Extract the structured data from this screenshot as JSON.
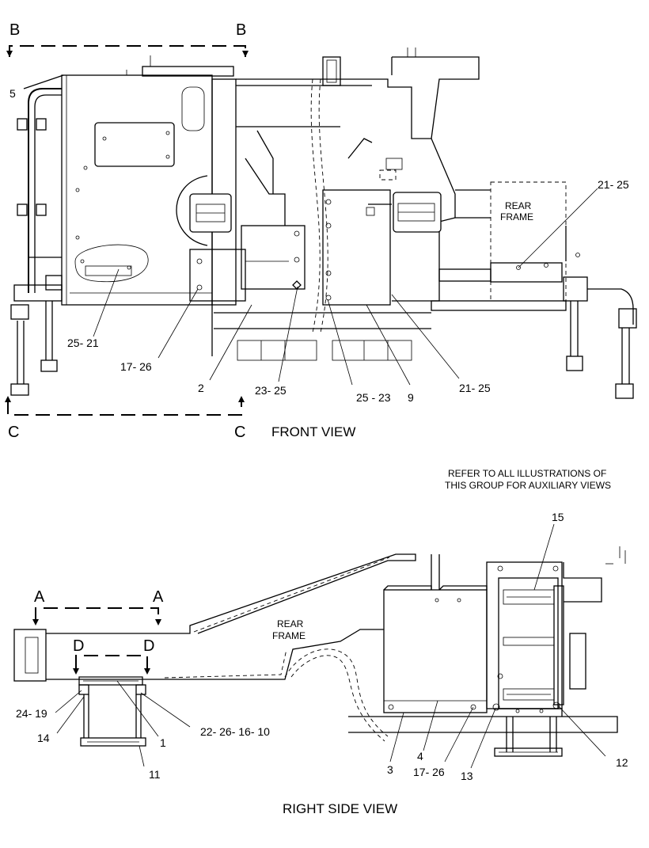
{
  "views": {
    "front_title": "FRONT VIEW",
    "side_title": "RIGHT SIDE VIEW"
  },
  "note": {
    "line1": "REFER TO ALL ILLUSTRATIONS OF",
    "line2": "THIS GROUP FOR AUXILIARY VIEWS"
  },
  "frame_labels": {
    "front_rear_frame_1": "REAR",
    "front_rear_frame_2": "FRAME",
    "side_rear_frame_1": "REAR",
    "side_rear_frame_2": "FRAME"
  },
  "section_markers": {
    "b": "B",
    "c": "C",
    "a": "A",
    "d": "D"
  },
  "callouts": {
    "front": {
      "c5": "5",
      "c25_21": "25- 21",
      "c17_26": "17- 26",
      "c2": "2",
      "c23_25": "23- 25",
      "c25_23": "25 - 23",
      "c9": "9",
      "c21_25_low": "21- 25",
      "c21_25_top": "21- 25"
    },
    "side": {
      "c15": "15",
      "c24_19": "24- 19",
      "c14": "14",
      "c1": "1",
      "c11": "11",
      "c22_26_16_10": "22- 26- 16- 10",
      "c3": "3",
      "c4": "4",
      "c17_26": "17- 26",
      "c13": "13",
      "c12": "12"
    }
  }
}
